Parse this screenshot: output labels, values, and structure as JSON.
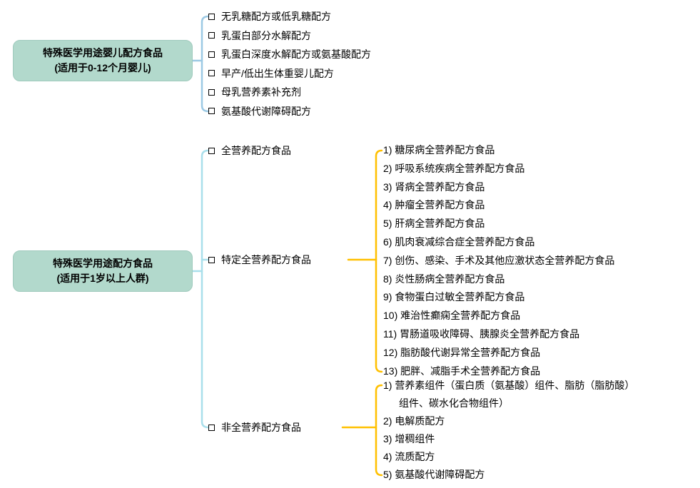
{
  "infant_section": {
    "box": {
      "line1": "特殊医学用途婴儿配方食品",
      "line2": "(适用于0-12个月婴儿)"
    },
    "items": [
      "无乳糖配方或低乳糖配方",
      "乳蛋白部分水解配方",
      "乳蛋白深度水解配方或氨基酸配方",
      "早产/低出生体重婴儿配方",
      "母乳营养素补充剂",
      "氨基酸代谢障碍配方"
    ]
  },
  "adult_section": {
    "box": {
      "line1": "特殊医学用途配方食品",
      "line2": "(适用于1岁以上人群)"
    },
    "categories": [
      "全营养配方食品",
      "特定全营养配方食品",
      "非全营养配方食品"
    ],
    "specific_items": [
      "1) 糖尿病全营养配方食品",
      "2) 呼吸系统疾病全营养配方食品",
      "3) 肾病全营养配方食品",
      "4) 肿瘤全营养配方食品",
      "5) 肝病全营养配方食品",
      "6) 肌肉衰减综合症全营养配方食品",
      "7) 创伤、感染、手术及其他应激状态全营养配方食品",
      "8) 炎性肠病全营养配方食品",
      "9) 食物蛋白过敏全营养配方食品",
      "10) 难治性癫痫全营养配方食品",
      "11) 胃肠道吸收障碍、胰腺炎全营养配方食品",
      "12) 脂肪酸代谢异常全营养配方食品",
      "13) 肥胖、减脂手术全营养配方食品"
    ],
    "non_complete_items": [
      "1) 营养素组件（蛋白质（氨基酸）组件、脂肪（脂肪酸）组件、碳水化合物组件）",
      "2) 电解质配方",
      "3) 增稠组件",
      "4) 流质配方",
      "5) 氨基酸代谢障碍配方"
    ]
  },
  "colors": {
    "box_bg": "#b2d9cc",
    "box_border": "#9fcabd",
    "connector_blue": "#9cc9e4",
    "connector_cyan": "#a9dfeb",
    "connector_yellow": "#ffc000",
    "text": "#000000"
  }
}
